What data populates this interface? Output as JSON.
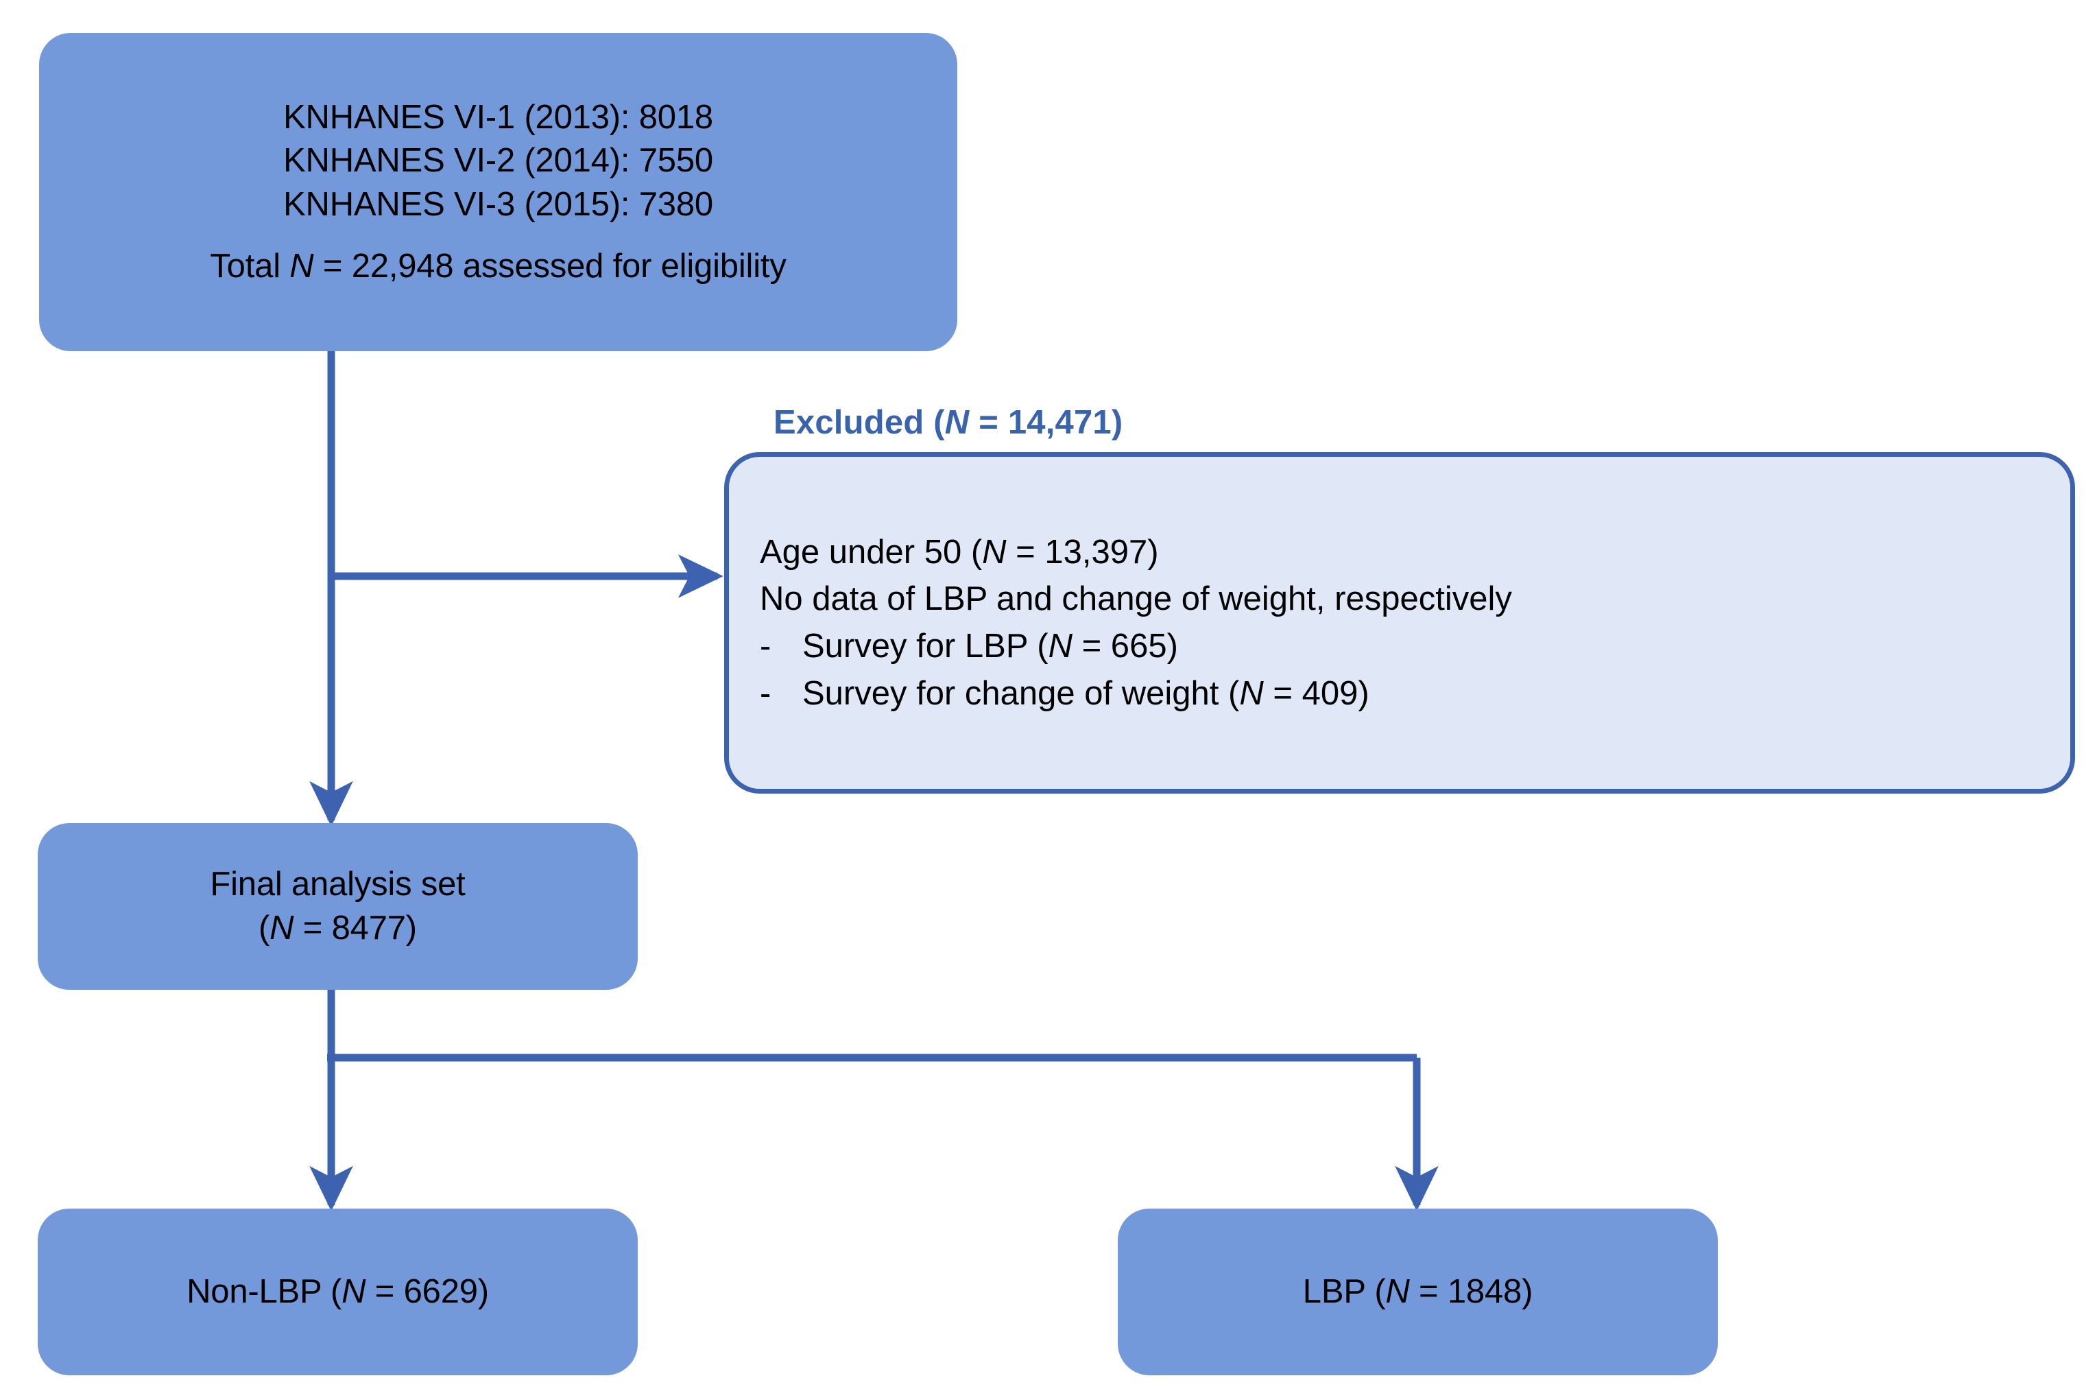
{
  "diagram": {
    "type": "study-flow-chart",
    "colors": {
      "box_fill": "#7399DA",
      "excluded_fill": "#E0E8F7",
      "connector": "#3D63B0",
      "excluded_label": "#3A63AE",
      "text": "#000000"
    },
    "enrollment_box": {
      "lines": [
        "KNHANES VI-1 (2013): 8018",
        "KNHANES VI-2 (2014): 7550",
        "KNHANES VI-3 (2015): 7380"
      ],
      "total_prefix": "Total ",
      "total_n": "N",
      "total_suffix": " = 22,948 assessed for eligibility"
    },
    "excluded": {
      "label_prefix": "Excluded (",
      "label_n": "N",
      "label_suffix": " = 14,471)",
      "row1_prefix": "Age under 50 (",
      "row1_n": "N",
      "row1_suffix": " = 13,397)",
      "row2": "No data of LBP and change of weight, respectively",
      "bullets": [
        {
          "dash": "-",
          "prefix": "Survey for LBP (",
          "n": "N",
          "suffix": " = 665)"
        },
        {
          "dash": "-",
          "prefix": "Survey for change of weight (",
          "n": "N",
          "suffix": " = 409)"
        }
      ]
    },
    "final_set": {
      "line1": "Final analysis set",
      "line2_prefix": "(",
      "line2_n": "N",
      "line2_suffix": " = 8477)"
    },
    "outcome_left": {
      "prefix": "Non-LBP (",
      "n": "N",
      "suffix": " = 6629)"
    },
    "outcome_right": {
      "prefix": "LBP (",
      "n": "N",
      "suffix": " = 1848)"
    }
  }
}
